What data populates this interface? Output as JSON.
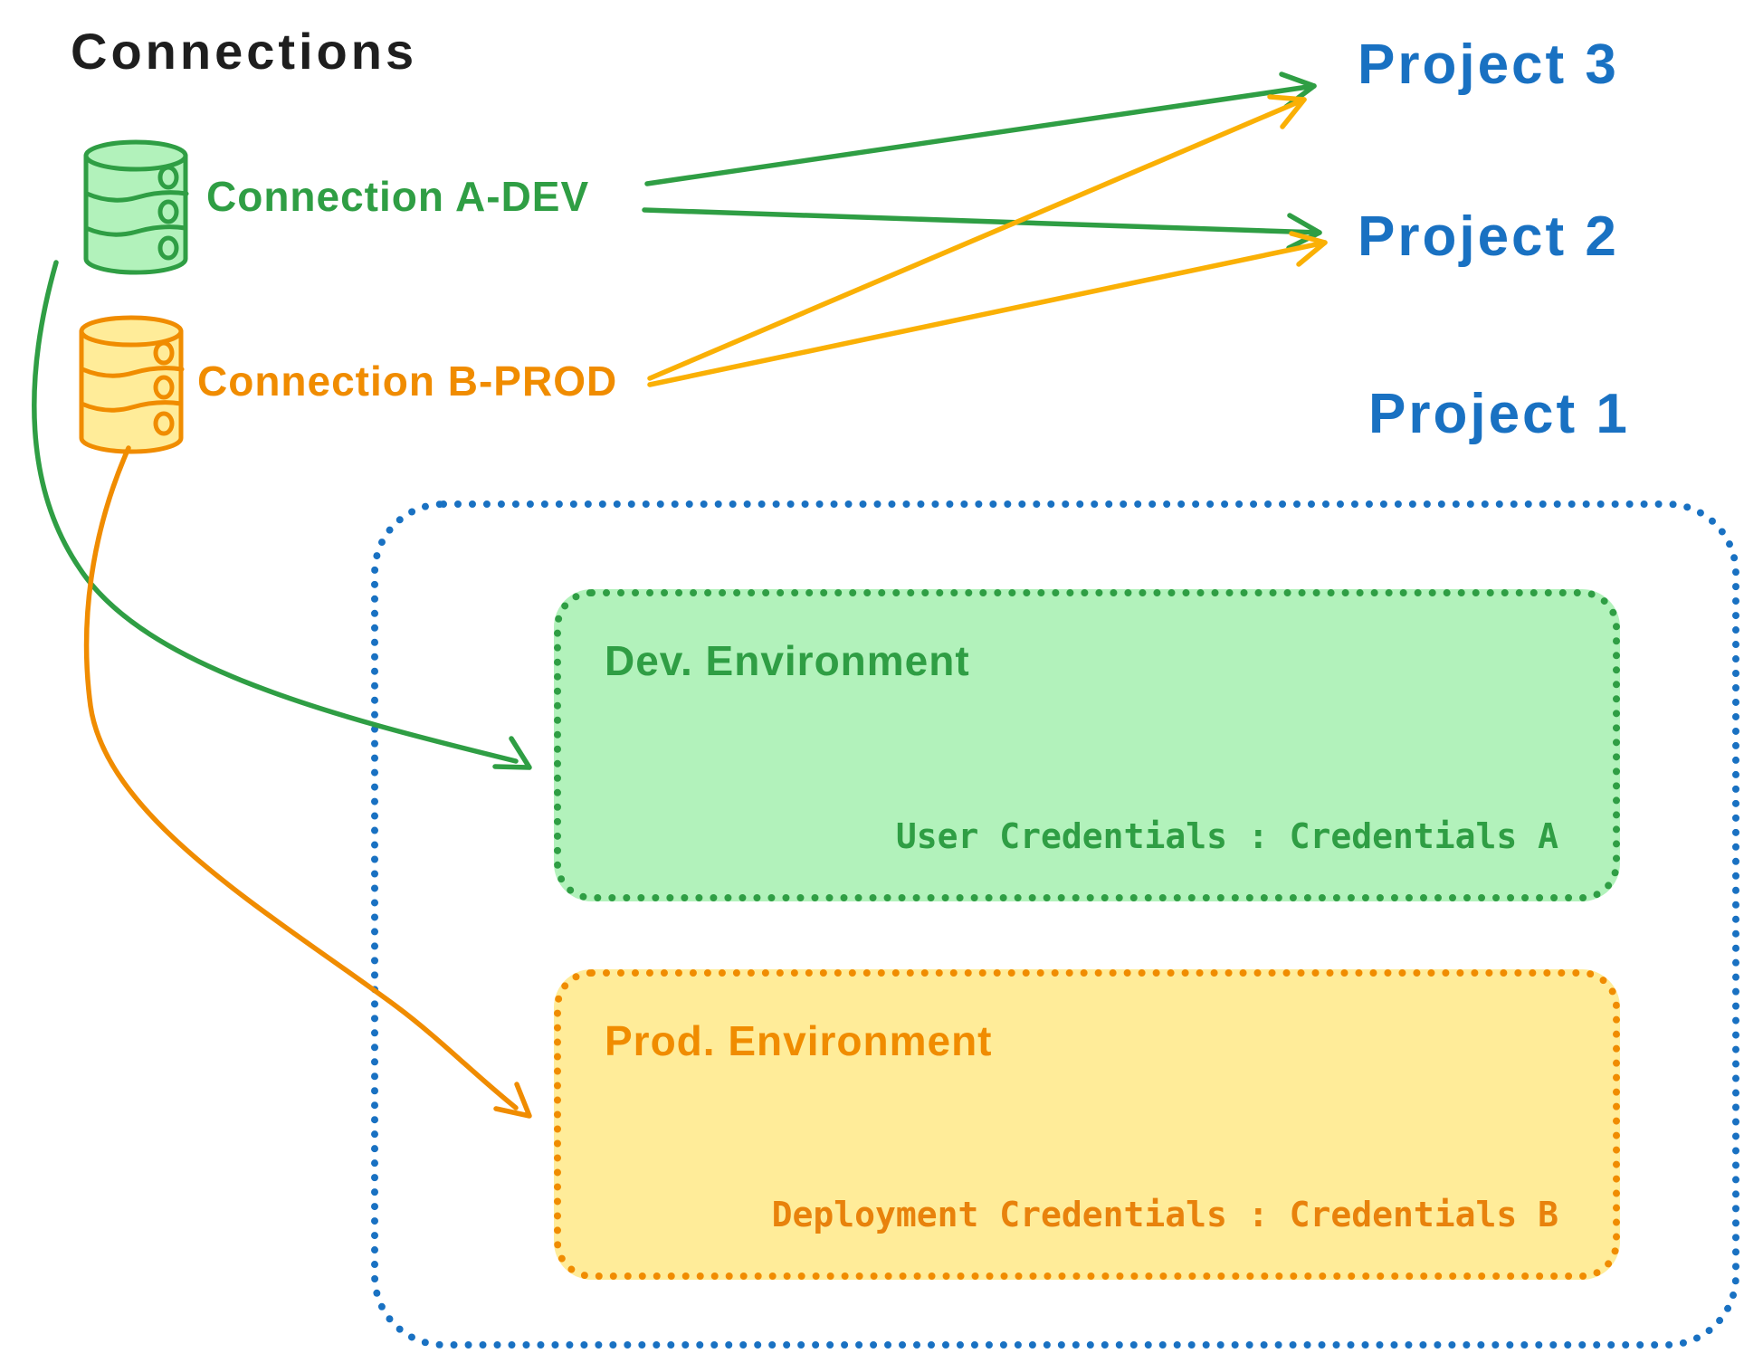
{
  "diagram": {
    "title": "Connections",
    "connections": [
      {
        "label": "Connection A-DEV",
        "env": "dev"
      },
      {
        "label": "Connection B-PROD",
        "env": "prod"
      }
    ],
    "projects": [
      {
        "label": "Project 3"
      },
      {
        "label": "Project 2"
      },
      {
        "label": "Project 1"
      }
    ],
    "project1_detail": {
      "dev_environment": {
        "title": "Dev. Environment",
        "credentials": "User Credentials : Credentials A"
      },
      "prod_environment": {
        "title": "Prod. Environment",
        "credentials": "Deployment Credentials : Credentials B"
      }
    },
    "icons": {
      "connection_dev": "database-icon",
      "connection_prod": "database-icon"
    },
    "colors": {
      "green": "#2f9e44",
      "green_fill": "#b2f2bb",
      "orange": "#f08c00",
      "orange_fill": "#ffec99",
      "blue": "#1971c2",
      "black": "#1e1e1e",
      "background": "#ffffff"
    }
  }
}
